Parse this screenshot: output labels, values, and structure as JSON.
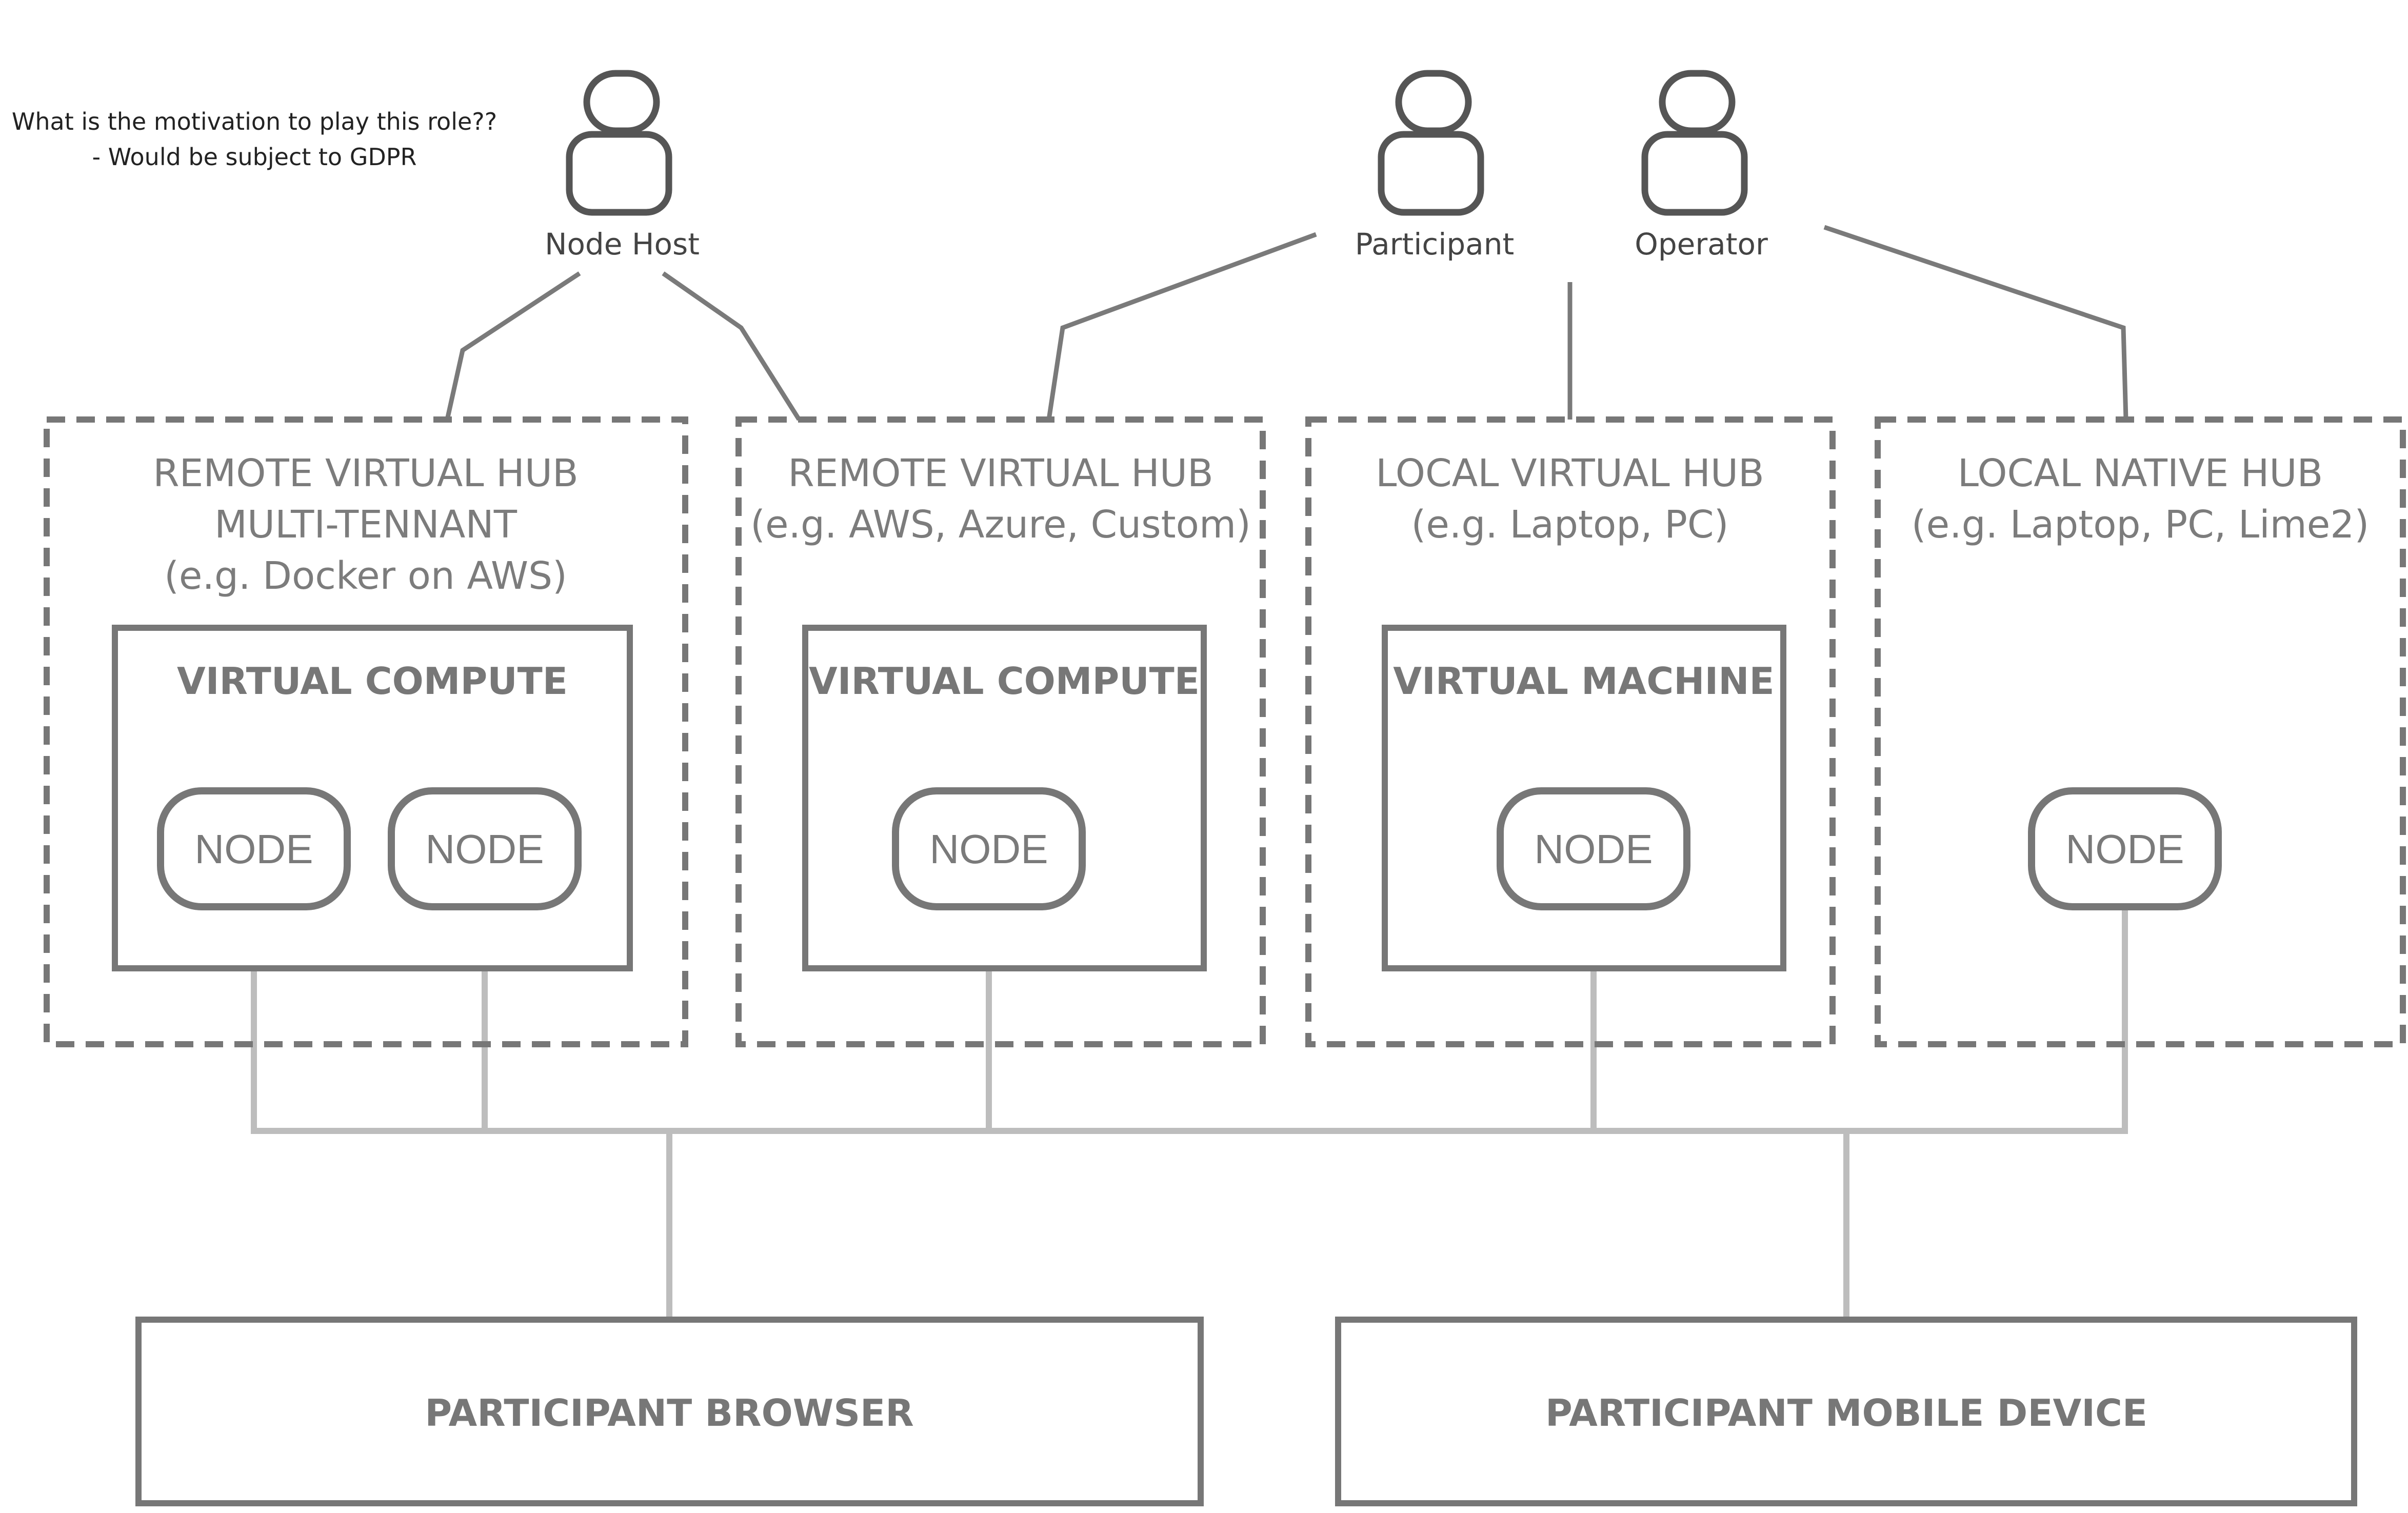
{
  "note": {
    "line1": "What is the motivation to play this role??",
    "line2": "- Would be subject to GDPR"
  },
  "actors": {
    "node_host": "Node Host",
    "participant": "Participant",
    "operator": "Operator"
  },
  "hubs": [
    {
      "title": [
        "REMOTE VIRTUAL HUB",
        "MULTI-TENNANT",
        "(e.g. Docker on AWS)"
      ],
      "compute_label": "VIRTUAL COMPUTE",
      "nodes": [
        "NODE",
        "NODE"
      ]
    },
    {
      "title": [
        "REMOTE VIRTUAL HUB",
        "(e.g. AWS, Azure, Custom)"
      ],
      "compute_label": "VIRTUAL COMPUTE",
      "nodes": [
        "NODE"
      ]
    },
    {
      "title": [
        "LOCAL VIRTUAL HUB",
        "(e.g. Laptop, PC)"
      ],
      "compute_label": "VIRTUAL MACHINE",
      "nodes": [
        "NODE"
      ]
    },
    {
      "title": [
        "LOCAL NATIVE HUB",
        "(e.g. Laptop, PC, Lime2)"
      ],
      "compute_label": "",
      "nodes": [
        "NODE"
      ]
    }
  ],
  "clients": {
    "browser": "PARTICIPANT BROWSER",
    "mobile": "PARTICIPANT MOBILE DEVICE"
  },
  "colors": {
    "frame_stroke": "#777777",
    "network_line": "#bdbdbd",
    "actor_stroke": "#555555",
    "label_text": "#7c7c7c",
    "background": "#ffffff"
  }
}
